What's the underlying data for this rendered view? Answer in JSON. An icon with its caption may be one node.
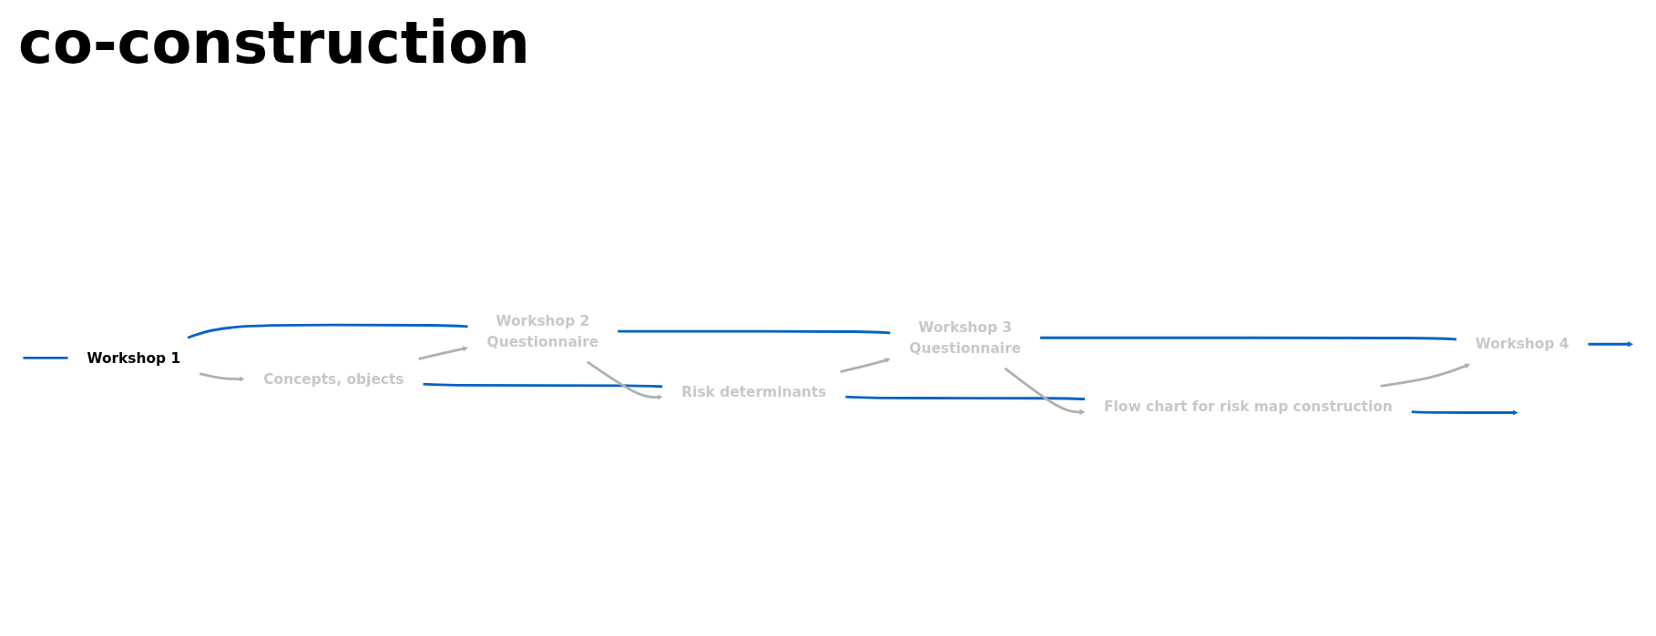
{
  "diagram": {
    "title": "co-construction",
    "nodes": [
      {
        "text": [
          "Workshop 1"
        ]
      },
      {
        "text": [
          "Concepts, objects"
        ]
      },
      {
        "text": [
          "Workshop 2",
          "Questionnaire"
        ]
      },
      {
        "text": [
          "Risk determinants"
        ]
      },
      {
        "text": [
          "Workshop 3",
          "Questionnaire"
        ]
      },
      {
        "text": [
          "Flow chart for risk map construction"
        ]
      },
      {
        "text": [
          "Workshop 4"
        ]
      }
    ],
    "edges": [
      {
        "from": null,
        "to": 0,
        "arrow": "none"
      },
      {
        "from": 0,
        "to": 2,
        "arrow": "none"
      },
      {
        "from": 2,
        "to": 4,
        "arrow": "none"
      },
      {
        "from": 4,
        "to": 6,
        "arrow": "none"
      },
      {
        "from": 6,
        "to": null,
        "arrow": "to"
      },
      {
        "from": 1,
        "to": 3,
        "arrow": "none"
      },
      {
        "from": 3,
        "to": 5,
        "arrow": "none"
      },
      {
        "from": 5,
        "to": null,
        "arrow": "to"
      },
      {
        "from": 0,
        "to": 1,
        "arrow": "to",
        "color": "#b0b0b0"
      },
      {
        "from": 1,
        "to": 2,
        "arrow": "to",
        "color": "#b0b0b0"
      },
      {
        "from": 2,
        "to": 3,
        "arrow": "to",
        "color": "#b0b0b0"
      },
      {
        "from": 3,
        "to": 4,
        "arrow": "to",
        "color": "#b0b0b0"
      },
      {
        "from": 4,
        "to": 5,
        "arrow": "to",
        "color": "#b0b0b0"
      },
      {
        "from": 5,
        "to": 6,
        "arrow": "to",
        "color": "#b0b0b0"
      }
    ]
  }
}
